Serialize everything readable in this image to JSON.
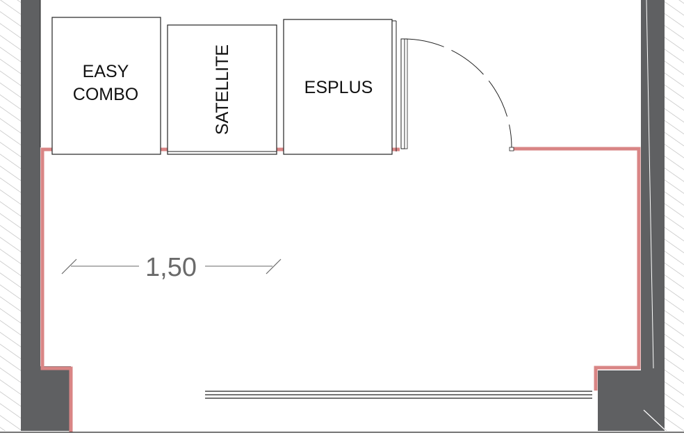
{
  "plan": {
    "units": [
      {
        "id": "easy-combo",
        "lines": [
          "EASY",
          "COMBO"
        ]
      },
      {
        "id": "satellite",
        "lines": [
          "SATELLITE"
        ]
      },
      {
        "id": "esplus",
        "lines": [
          "ESPLUS"
        ]
      }
    ],
    "dimension": {
      "text": "1,50"
    },
    "colors": {
      "wall": "#5f6062",
      "finish": "#d98585",
      "hatch": "#b9b9b9",
      "line": "#222222",
      "dim": "#6a6a6a"
    }
  }
}
